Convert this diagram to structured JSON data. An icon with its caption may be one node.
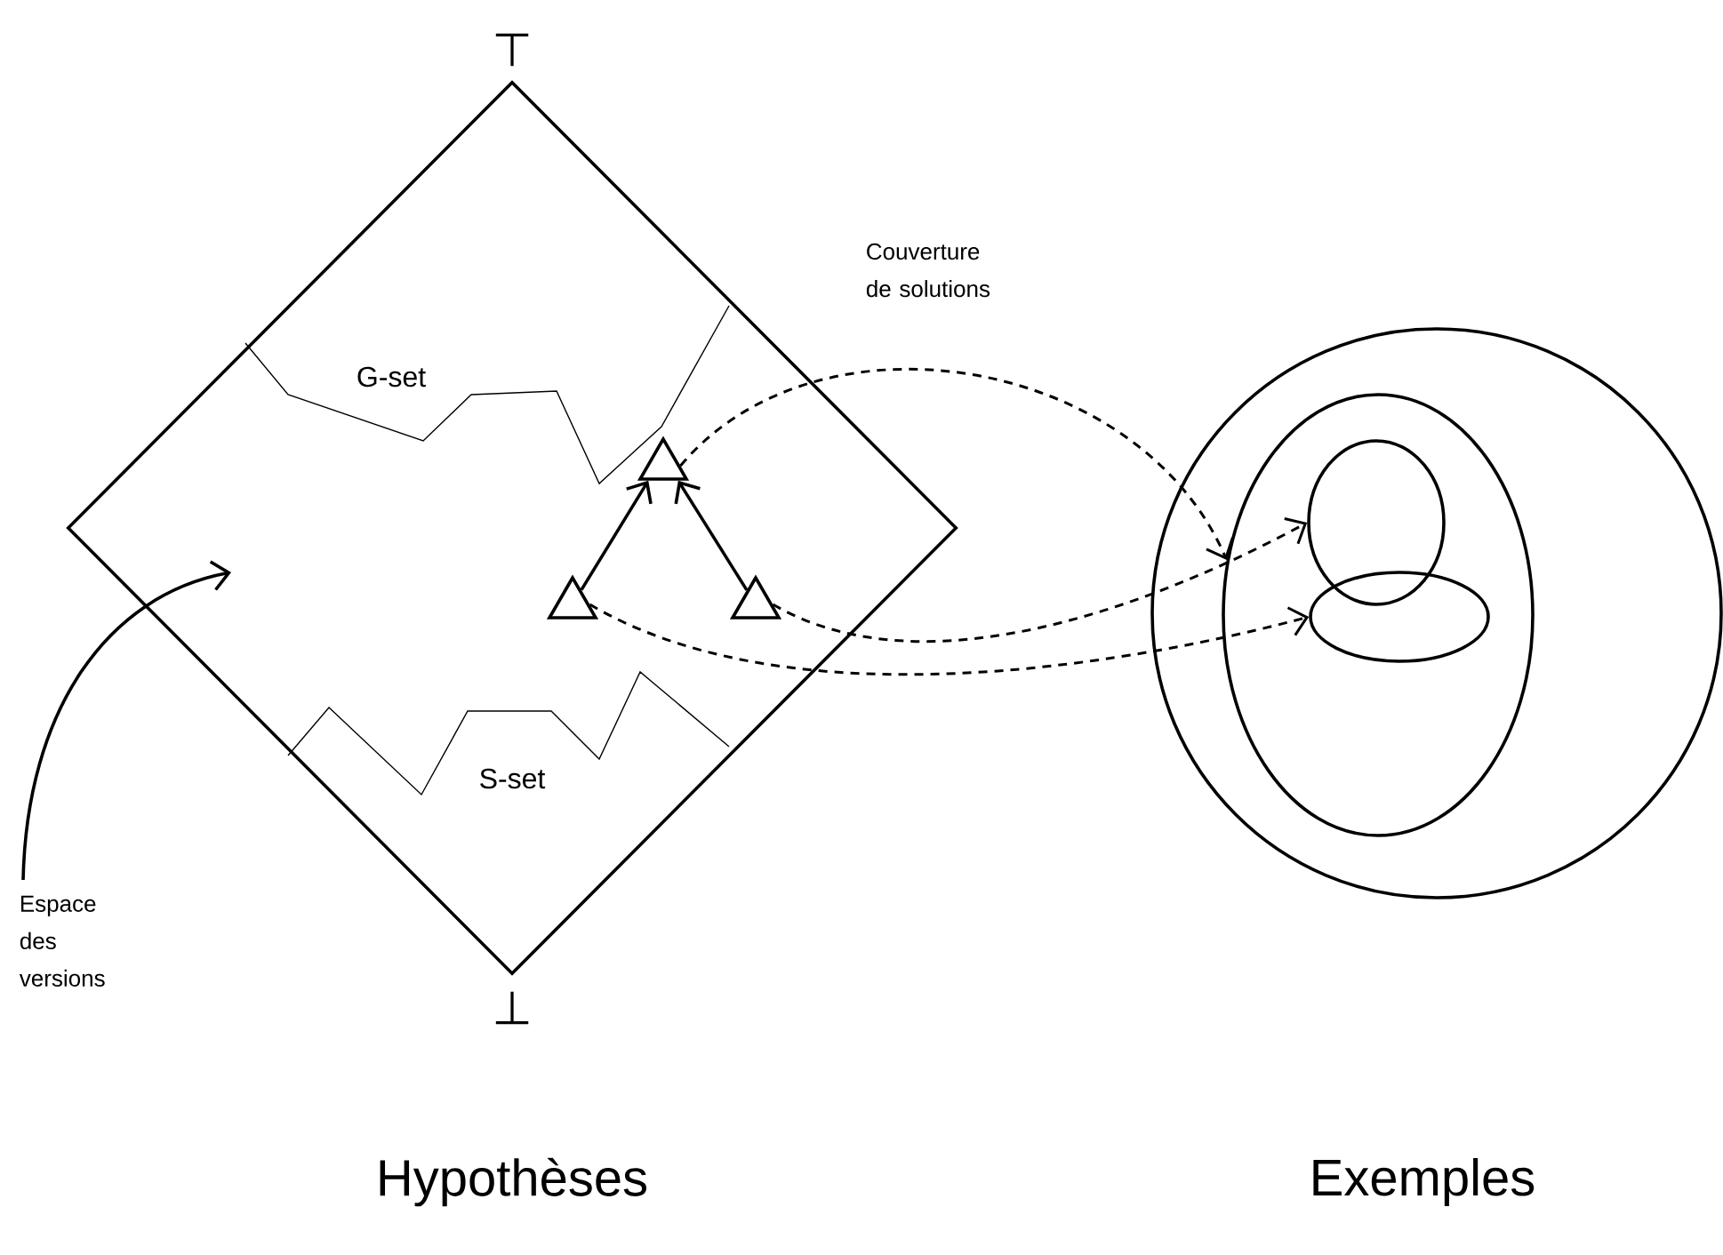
{
  "diagram": {
    "nodes": [
      {
        "text": [],
        "shape": "diamond"
      },
      {
        "text": [],
        "shape": "triangle",
        "in": 0
      },
      {
        "text": [],
        "shape": "triangle",
        "in": 0
      },
      {
        "text": [],
        "shape": "triangle",
        "in": 0
      },
      {
        "text": [],
        "shape": "circle"
      },
      {
        "text": [],
        "shape": "ellipse",
        "in": 4
      },
      {
        "text": [],
        "shape": "ellipse",
        "in": 5
      },
      {
        "text": [],
        "shape": "ellipse",
        "in": 5
      },
      {
        "text": [
          "Espace des versions"
        ]
      }
    ],
    "edges": [
      {
        "from": 2,
        "to": 1,
        "arrow": "to"
      },
      {
        "from": 3,
        "to": 1,
        "arrow": "to"
      },
      {
        "from": 1,
        "to": 5,
        "arrow": "to",
        "style": "dashed"
      },
      {
        "from": 3,
        "to": 6,
        "arrow": "to",
        "style": "dashed"
      },
      {
        "from": 2,
        "to": 7,
        "arrow": "to",
        "style": "dashed"
      },
      {
        "from": 8,
        "to": 0,
        "arrow": "to"
      }
    ],
    "labels": [
      "⊤",
      "Couverture de solutions",
      "G-set",
      "S-set",
      "⊥",
      "Hypothèses",
      "Exemples"
    ]
  }
}
